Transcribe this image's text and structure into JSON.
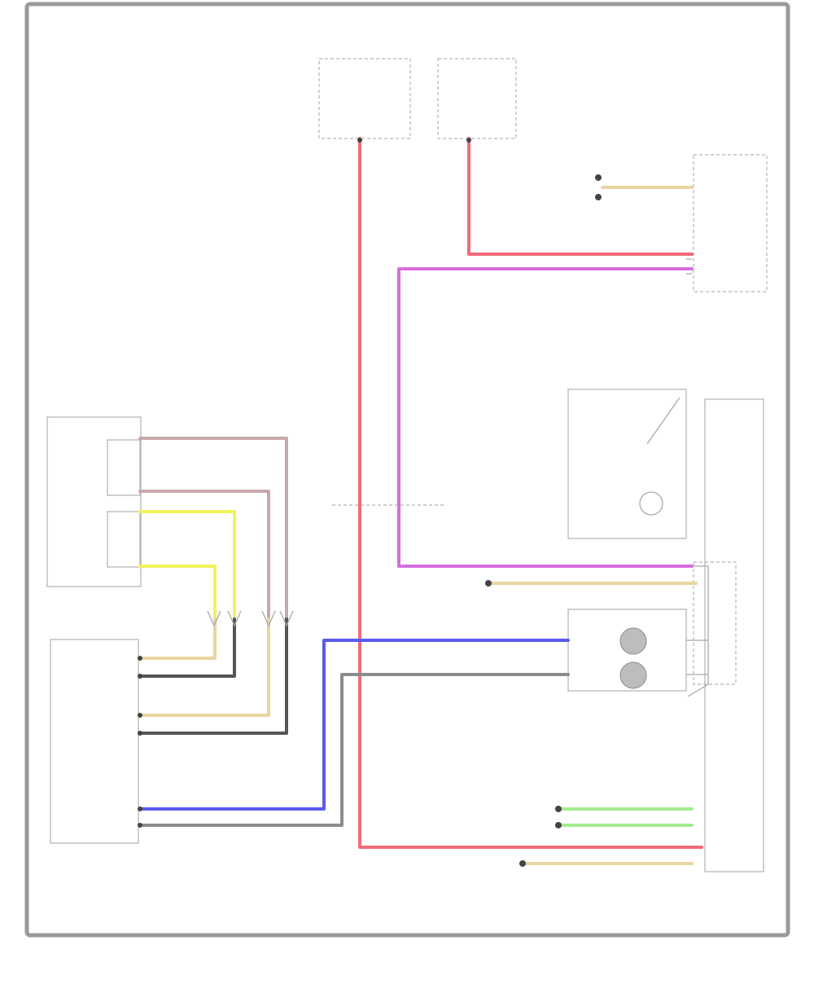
{
  "code": "",
  "wire_colors": {
    "red": "#f06c78",
    "pink_red": "#ee6680",
    "violet": "#d76ee0",
    "yellow": "#f2f25a",
    "tan": "#e8d5a0",
    "gray": "#8c8c8c",
    "blue": "#5a5aee",
    "green": "#a4ea90",
    "brown": "#c9a8ad",
    "dark": "#555555"
  },
  "fuses": [
    {
      "name": "fuse-box-1",
      "label": ""
    },
    {
      "name": "fuse-box-2",
      "label": ""
    }
  ],
  "components": [
    {
      "name": "steering-angle-sensor-box",
      "label": ""
    },
    {
      "name": "steering-module-box",
      "label": ""
    },
    {
      "name": "steering-column-switch-box",
      "label": ""
    },
    {
      "name": "horn-sensor-box",
      "label": ""
    },
    {
      "name": "steering-column-module-box",
      "label": ""
    },
    {
      "name": "lower-module-box",
      "label": ""
    }
  ],
  "wire_labels": []
}
